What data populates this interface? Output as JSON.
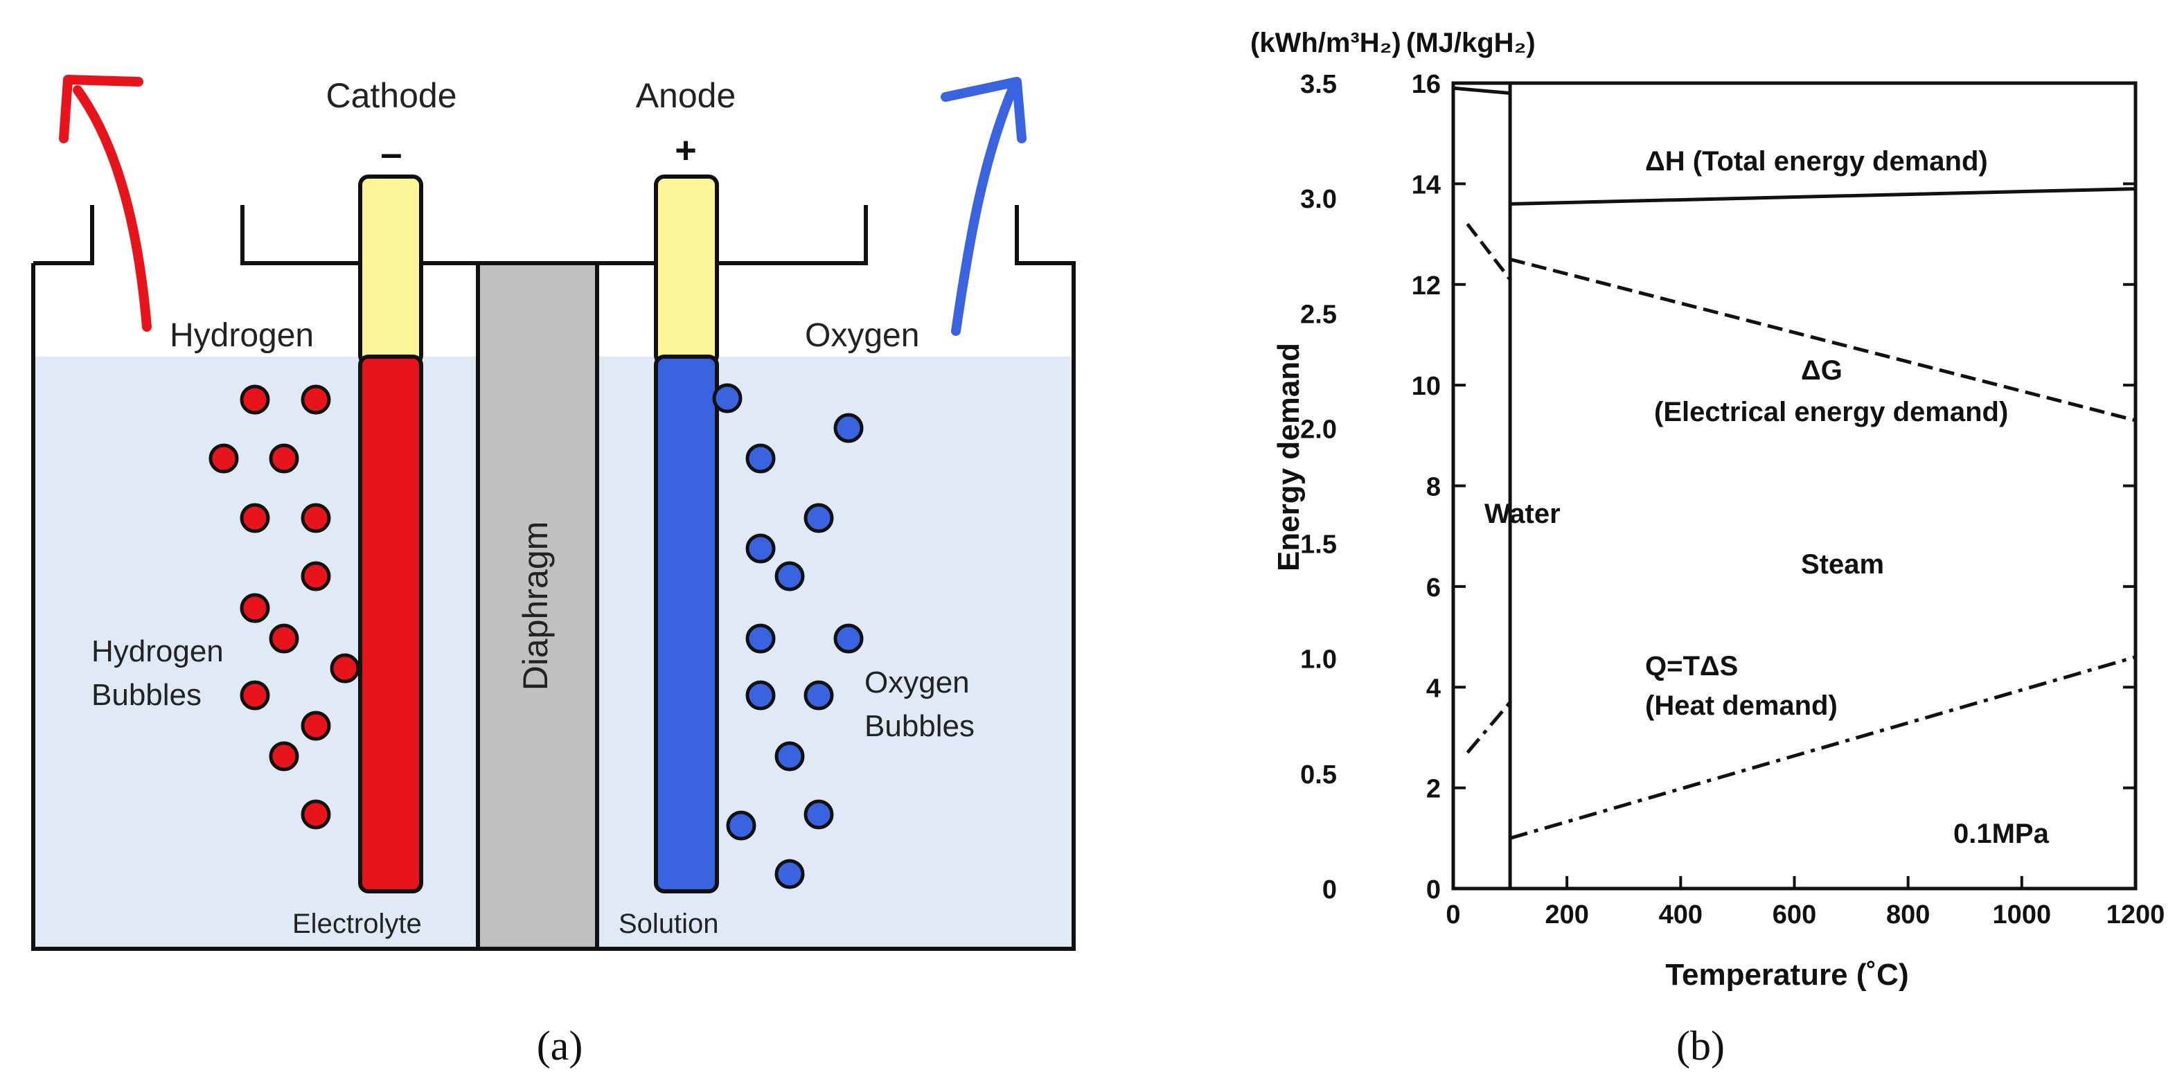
{
  "panel_a": {
    "caption": "(a)",
    "cathode_label": "Cathode",
    "cathode_sign": "–",
    "anode_label": "Anode",
    "anode_sign": "+",
    "hydrogen_label": "Hydrogen",
    "oxygen_label": "Oxygen",
    "diaphragm_label": "Diaphragm",
    "hydrogen_bubbles_line1": "Hydrogen",
    "hydrogen_bubbles_line2": "Bubbles",
    "oxygen_bubbles_line1": "Oxygen",
    "oxygen_bubbles_line2": "Bubbles",
    "electrolyte_label": "Electrolyte",
    "solution_label": "Solution",
    "colors": {
      "hydrogen": "#e8141b",
      "oxygen": "#3a63e0",
      "electrode_top": "#fdf79a",
      "diaphragm": "#c0bfc1",
      "liquid": "#dfeaf6"
    }
  },
  "panel_b": {
    "caption": "(b)",
    "unit_left": "(kWh/m³H₂)",
    "unit_right": "(MJ/kgH₂)",
    "annotations": {
      "dh": "ΔH (Total energy demand)",
      "dg": "ΔG",
      "dg_sub": "(Electrical energy demand)",
      "q": "Q=TΔS",
      "q_sub": "(Heat demand)",
      "water": "Water",
      "steam": "Steam",
      "pressure": "0.1MPa"
    }
  },
  "chart_data": {
    "type": "line",
    "xlabel": "Temperature (˚C)",
    "ylabel": "Energy demand",
    "xlim": [
      0,
      1200
    ],
    "ylim": [
      0,
      16
    ],
    "x_ticks": [
      "0",
      "200",
      "400",
      "600",
      "800",
      "1000",
      "1200"
    ],
    "y_ticks_right": [
      "0",
      "2",
      "4",
      "6",
      "8",
      "10",
      "12",
      "14",
      "16"
    ],
    "y_ticks_left": [
      "0",
      "0.5",
      "1.0",
      "1.5",
      "2.0",
      "2.5",
      "3.0",
      "3.5"
    ],
    "phase_boundary_x": 100,
    "series": [
      {
        "name": "ΔH (Total energy demand)",
        "style": "solid",
        "x": [
          0,
          100,
          100,
          1200
        ],
        "y": [
          15.9,
          15.8,
          13.6,
          13.9
        ]
      },
      {
        "name": "ΔG (Electrical energy demand)",
        "style": "dashed",
        "x": [
          25,
          100,
          100,
          1200
        ],
        "y": [
          13.2,
          12.1,
          12.5,
          9.3
        ]
      },
      {
        "name": "Q=TΔS (Heat demand)",
        "style": "dashdot",
        "x": [
          25,
          100,
          100,
          1200
        ],
        "y": [
          2.7,
          3.7,
          1.0,
          4.6
        ]
      }
    ]
  }
}
